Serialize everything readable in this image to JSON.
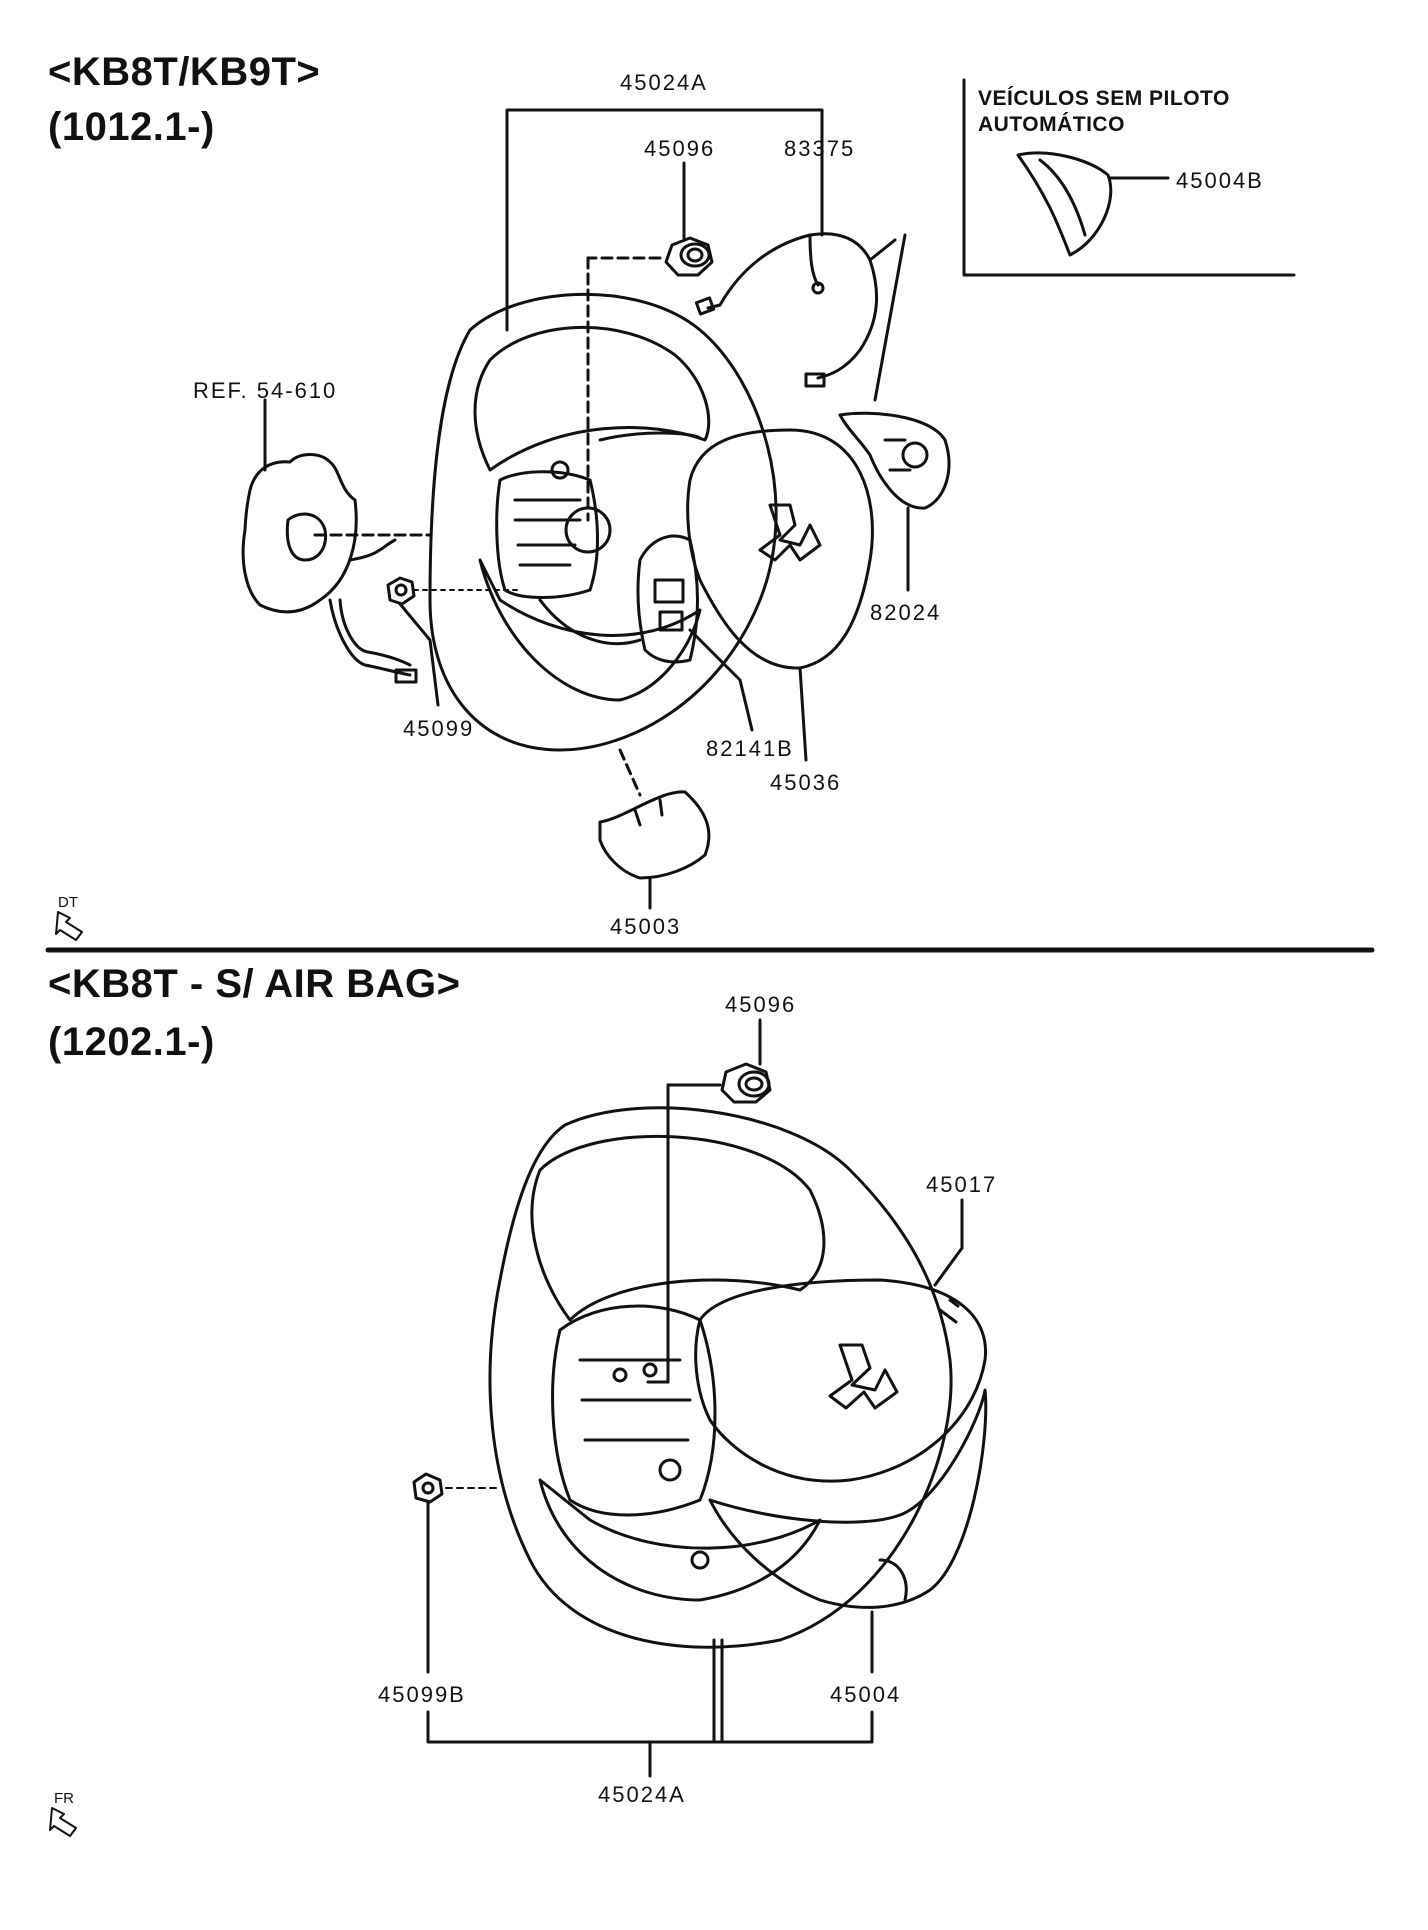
{
  "sections": [
    {
      "title": "<KB8T/KB9T>",
      "subtitle": "(1012.1-)",
      "direction_label": "DT",
      "inset_note": [
        "VEÍCULOS SEM PILOTO",
        "AUTOMÁTICO"
      ],
      "parts": {
        "assembly": "45024A",
        "nut": "45096",
        "harness": "83375",
        "inset_cover": "45004B",
        "clock_spring_ref": "REF. 54-610",
        "right_switch": "82024",
        "screw": "45099",
        "left_switch": "82141B",
        "airbag_module": "45036",
        "lower_cover": "45003"
      }
    },
    {
      "title": "<KB8T - S/ AIR BAG>",
      "subtitle": "(1202.1-)",
      "direction_label": "FR",
      "parts": {
        "nut": "45096",
        "pad": "45017",
        "screw": "45099B",
        "cover": "45004",
        "assembly": "45024A"
      }
    }
  ]
}
